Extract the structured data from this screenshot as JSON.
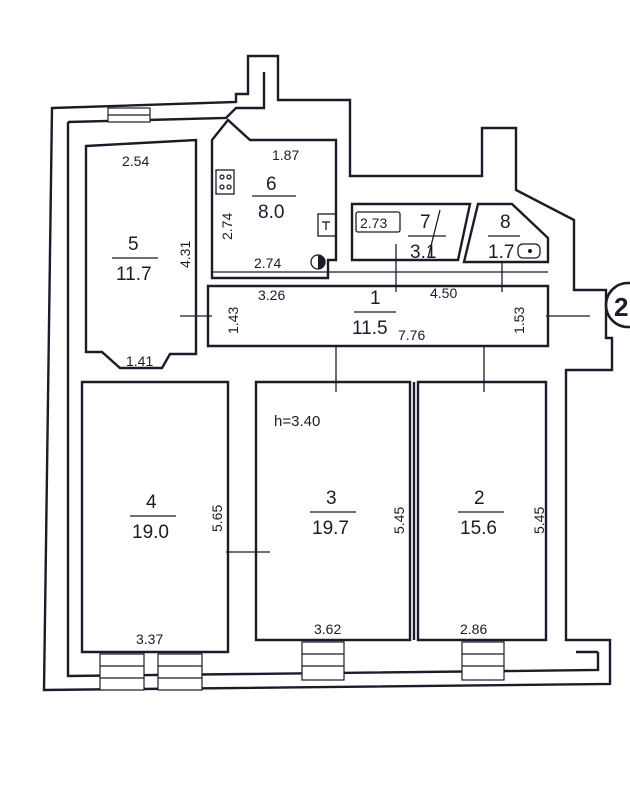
{
  "plan": {
    "ceiling_height": "h=3.40",
    "section_marker": "2",
    "rooms": [
      {
        "number": "1",
        "area": "11.5"
      },
      {
        "number": "2",
        "area": "15.6"
      },
      {
        "number": "3",
        "area": "19.7"
      },
      {
        "number": "4",
        "area": "19.0"
      },
      {
        "number": "5",
        "area": "11.7"
      },
      {
        "number": "6",
        "area": "8.0"
      },
      {
        "number": "7",
        "area": "3.1"
      },
      {
        "number": "8",
        "area": "1.7"
      }
    ],
    "dimensions": {
      "d_2_54": "2.54",
      "d_4_31": "4.31",
      "d_1_41": "1.41",
      "d_1_87": "1.87",
      "d_2_74_v": "2.74",
      "d_2_74_h": "2.74",
      "d_2_73": "2.73",
      "d_3_26": "3.26",
      "d_4_50": "4.50",
      "d_1_43": "1.43",
      "d_1_53": "1.53",
      "d_7_76": "7.76",
      "d_5_65": "5.65",
      "d_5_45_a": "5.45",
      "d_5_45_b": "5.45",
      "d_3_37": "3.37",
      "d_3_62": "3.62",
      "d_2_86": "2.86"
    }
  }
}
